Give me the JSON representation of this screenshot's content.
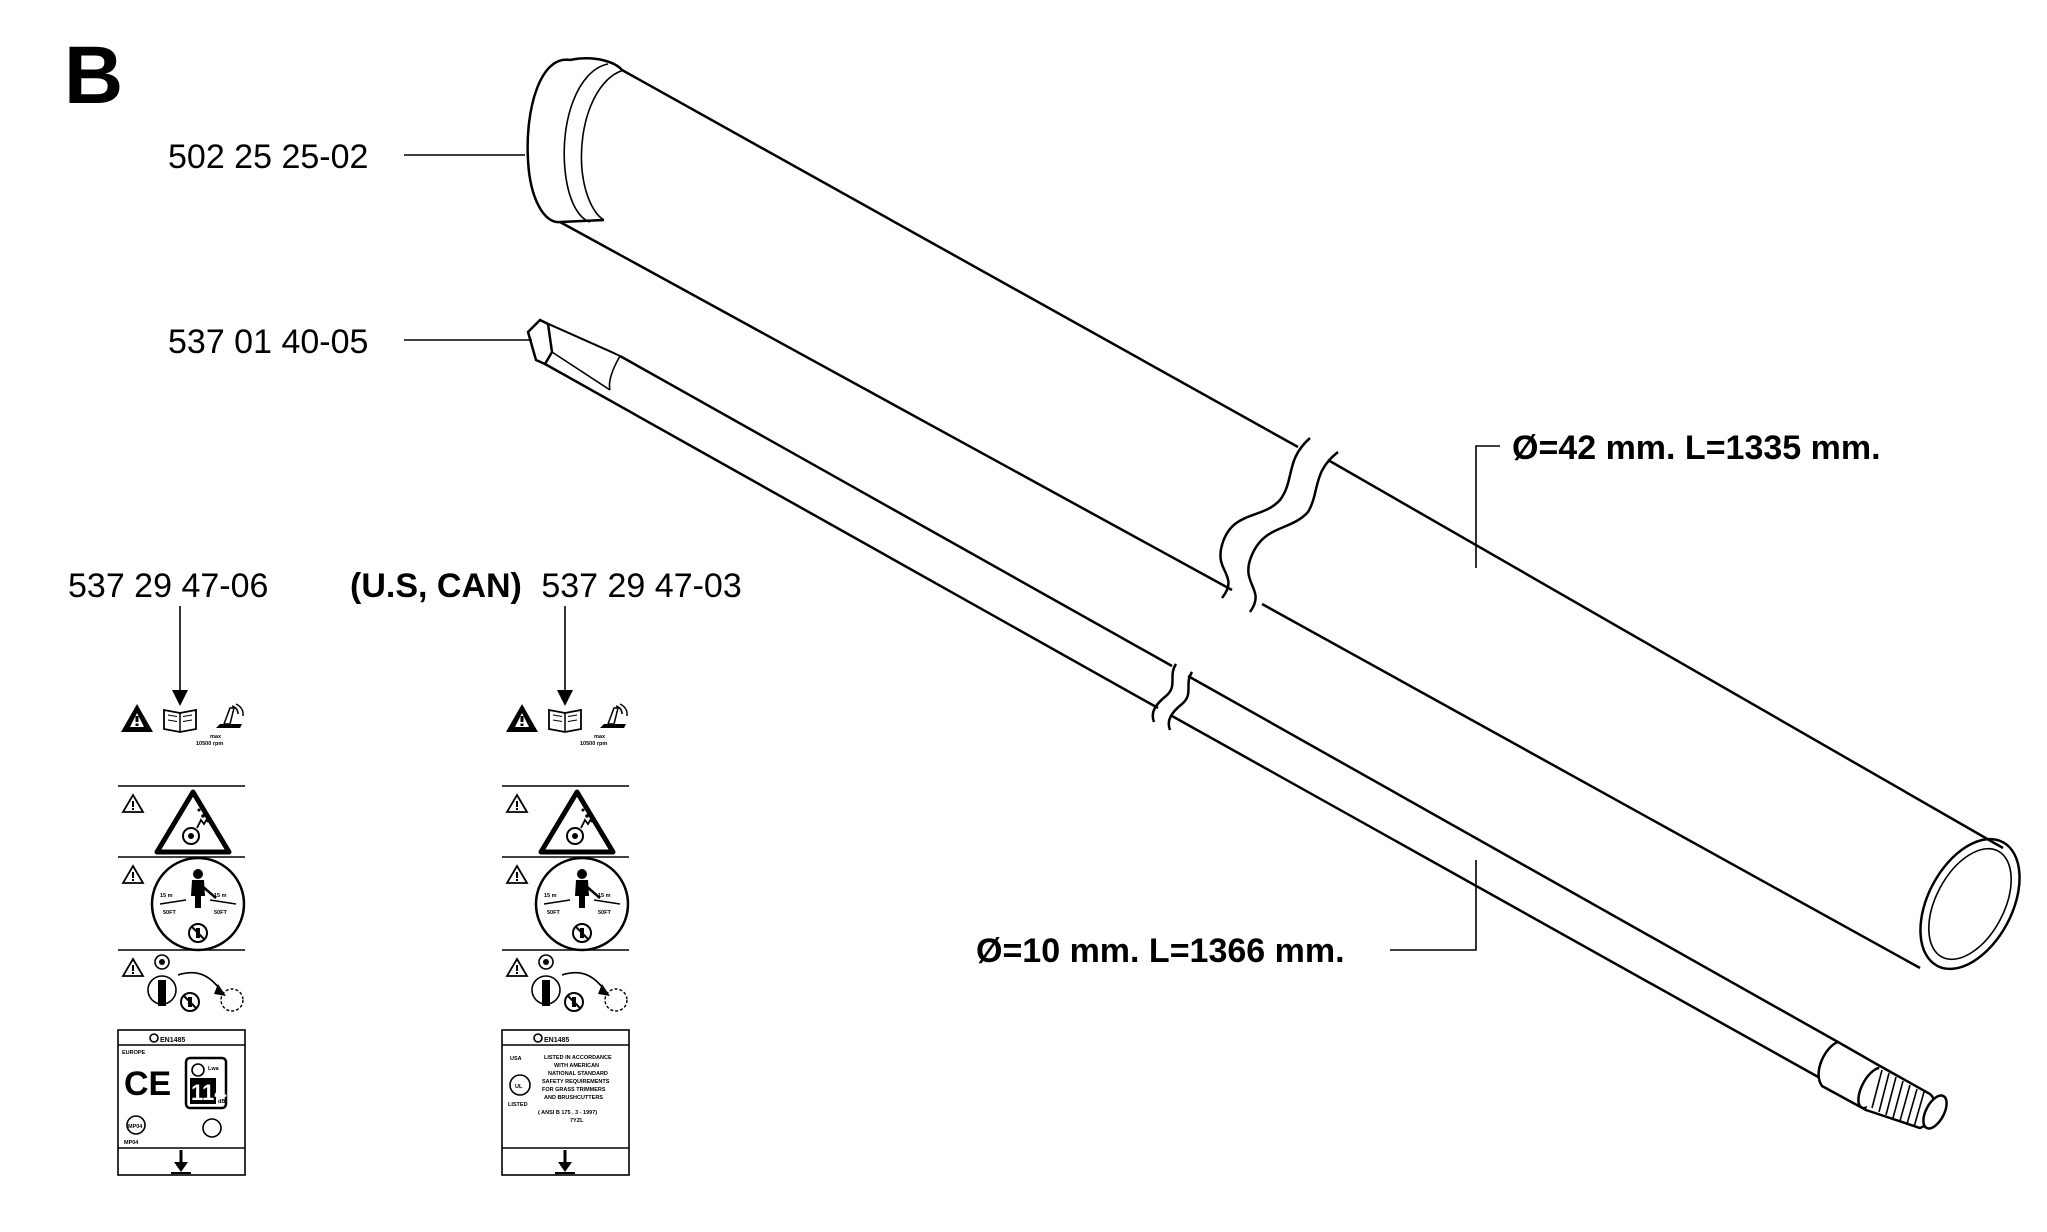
{
  "section_letter": "B",
  "colors": {
    "ink": "#000000",
    "paper": "#ffffff"
  },
  "parts": {
    "tube": {
      "part_number": "502 25 25-02",
      "dimension": "Ø=42 mm. L=1335 mm."
    },
    "shaft": {
      "part_number": "537 01 40-05",
      "dimension": "Ø=10 mm. L=1366 mm."
    }
  },
  "decals": [
    {
      "part_number": "537 29 47-06",
      "prefix": "",
      "max_rpm_label": "max",
      "rpm_text": "10500 rpm",
      "distance_left": "15 m",
      "distance_left_ft": "50FT",
      "distance_right": "15 m",
      "distance_right_ft": "50FT",
      "standard": "EN1485",
      "region": "EUROPE",
      "ce_mark": "CE",
      "sound_level": "114",
      "sound_unit": "dB",
      "sound_prefix": "Lwa",
      "approval_code": "MP04",
      "icons": [
        "warning-triangle-icon",
        "manual-book-icon",
        "max-rpm-icon",
        "thrown-objects-icon",
        "safety-distance-icon",
        "rotation-icon",
        "arrow-down-icon"
      ]
    },
    {
      "part_number": "537 29 47-03",
      "prefix": "(U.S, CAN)",
      "max_rpm_label": "max",
      "rpm_text": "10500 rpm",
      "distance_left": "15 m",
      "distance_left_ft": "50FT",
      "distance_right": "15 m",
      "distance_right_ft": "50FT",
      "standard": "EN1485",
      "region": "USA",
      "ul_mark": "UL",
      "listed": "LISTED",
      "ansi_lines": [
        "LISTED IN ACCORDANCE",
        "WITH AMERICAN",
        "NATIONAL STANDARD",
        "SAFETY REQUIREMENTS",
        "FOR GRASS TRIMMERS",
        "AND BRUSHCUTTERS"
      ],
      "ansi_ref": "( ANSI B 175 . 3 - 1997)",
      "ansi_ref2": "7YZL",
      "icons": [
        "warning-triangle-icon",
        "manual-book-icon",
        "max-rpm-icon",
        "thrown-objects-icon",
        "safety-distance-icon",
        "rotation-icon",
        "arrow-down-icon"
      ]
    }
  ]
}
